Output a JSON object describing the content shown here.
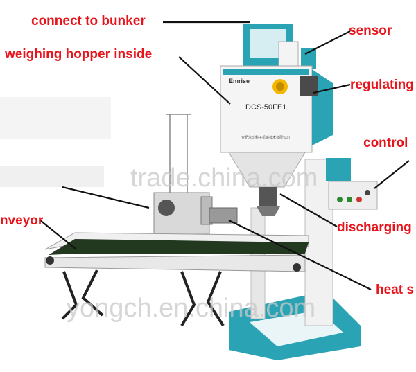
{
  "labels": {
    "connect_to_bunker": "connect to bunker",
    "sensor": "sensor",
    "weighing_hopper_inside": "weighing hopper inside",
    "regulating": "regulating",
    "control": "control",
    "conveyor": "nveyor",
    "discharging": "discharging",
    "heat_seal": "heat s"
  },
  "machine": {
    "brand": "Emrise",
    "model": "DCS-50FE1",
    "maker_line": "合肥永成科子机械技术有限公司"
  },
  "watermarks": {
    "center": "trade.china.com",
    "bottom": "yongch.en.china.com"
  },
  "colors": {
    "label_red": "#e8141b",
    "machine_teal": "#2aa3b5",
    "frame_white": "#f2f2f2",
    "belt_green": "#20371f"
  },
  "icons": [
    "camera-lens-icon",
    "indicator-light-icon",
    "emblem-icon"
  ]
}
